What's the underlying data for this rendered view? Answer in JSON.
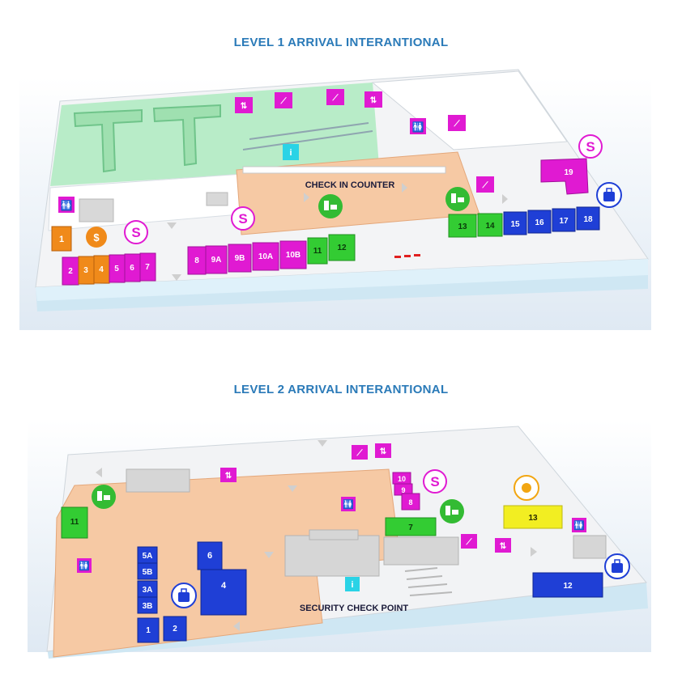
{
  "level1": {
    "title": "LEVEL 1 ARRIVAL INTERANTIONAL",
    "check_in_label": "CHECK IN COUNTER",
    "units_orange": [
      "1",
      "3",
      "4"
    ],
    "units_magenta_left": [
      "2",
      "5",
      "6",
      "7"
    ],
    "units_magenta_mid": [
      "8",
      "9A",
      "9B",
      "10A",
      "10B"
    ],
    "units_green": [
      "11",
      "12",
      "13",
      "14"
    ],
    "units_blue": [
      "15",
      "16",
      "17",
      "18"
    ],
    "unit_19": "19",
    "shop_symbol": "S"
  },
  "level2": {
    "title": "LEVEL 2 ARRIVAL INTERANTIONAL",
    "security_label": "SECURITY CHECK POINT",
    "unit_11": "11",
    "units_blue_stack": [
      "5A",
      "5B",
      "3A",
      "3B"
    ],
    "units_blue_bottom": [
      "1",
      "2"
    ],
    "unit_6": "6",
    "unit_4": "4",
    "units_magenta": [
      "10",
      "9",
      "8"
    ],
    "unit_7": "7",
    "unit_13": "13",
    "unit_12": "12",
    "shop_symbol": "S"
  },
  "colors": {
    "title": "#2a7ab8",
    "magenta": "#e01ad2",
    "orange": "#f08a1a",
    "green": "#33cc33",
    "blue": "#1f3fd6",
    "yellow": "#f2ee22",
    "floor_green": "#b8ecc8",
    "floor_orange": "#f6c9a4",
    "floor_gray": "#f0f0f0"
  }
}
